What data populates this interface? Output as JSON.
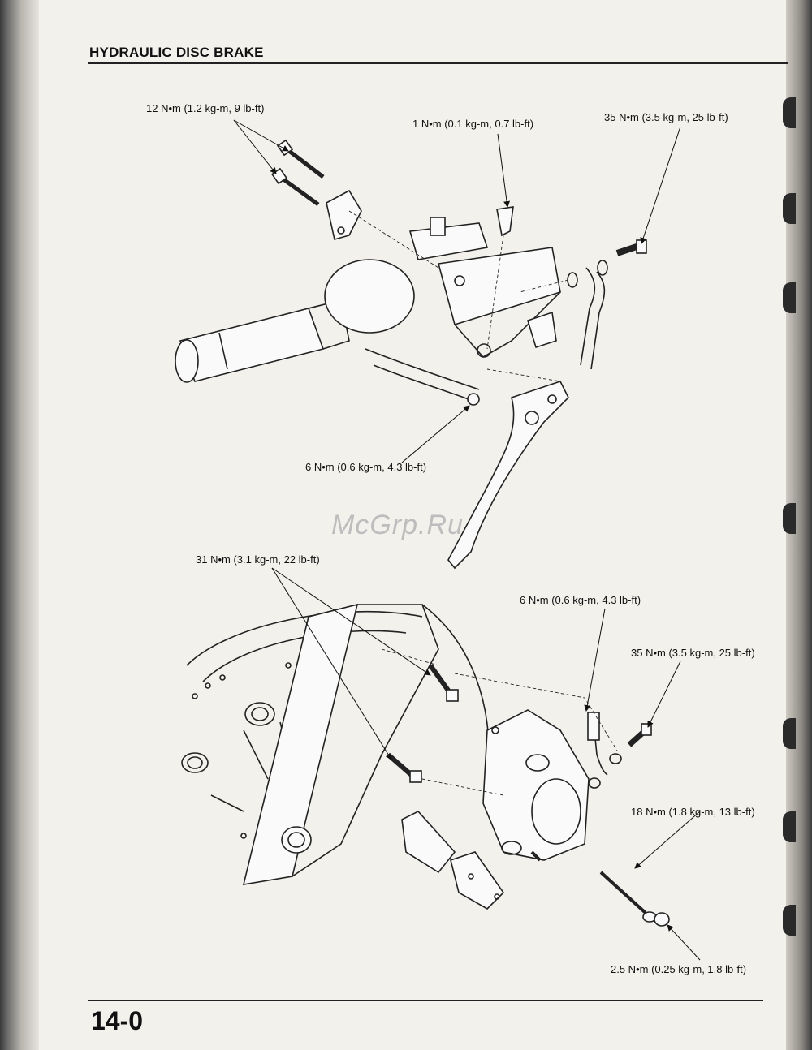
{
  "header": {
    "title": "HYDRAULIC DISC BRAKE"
  },
  "labels": {
    "grip_bolts": "12 N•m (1.2 kg-m, 9 lb-ft)",
    "reservoir_screw": "1 N•m (0.1 kg-m, 0.7 lb-ft)",
    "master_oil_bolt": "35 N•m (3.5 kg-m, 25 lb-ft)",
    "lever_nut": "6 N•m (0.6 kg-m, 4.3 lb-ft)",
    "caliper_bolts": "31 N•m (3.1 kg-m, 22 lb-ft)",
    "bleed_valve": "6 N•m (0.6 kg-m, 4.3 lb-ft)",
    "caliper_oil_bolt": "35 N•m (3.5 kg-m, 25 lb-ft)",
    "pad_pin": "18 N•m (1.8 kg-m, 13 lb-ft)",
    "pad_pin_plug": "2.5 N•m (0.25 kg-m, 1.8 lb-ft)"
  },
  "watermark": "McGrp.Ru",
  "page_number": "14-0"
}
